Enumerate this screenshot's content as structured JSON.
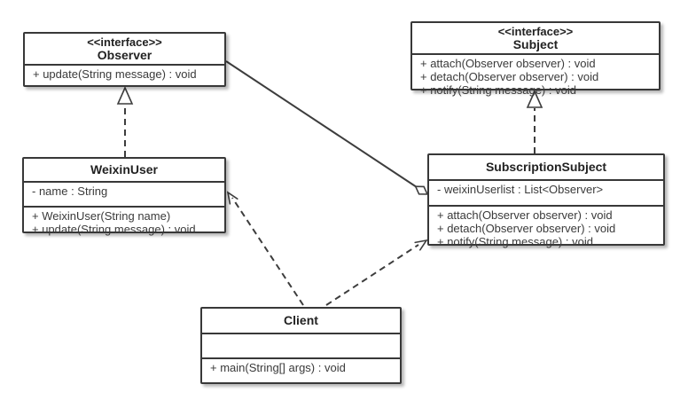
{
  "diagram": {
    "kind": "uml-class-diagram",
    "pattern": "Observer pattern (WeChat subscription example)",
    "colors": {
      "background": "#ffffff",
      "box_fill": "#ffffff",
      "stroke": "#3b3b3b",
      "text": "#3a3a3a"
    },
    "classes": {
      "observer": {
        "stereotype": "<<interface>>",
        "name": "Observer",
        "attributes": [],
        "methods": [
          "+ update(String message) : void"
        ]
      },
      "subject": {
        "stereotype": "<<interface>>",
        "name": "Subject",
        "attributes": [],
        "methods": [
          "+ attach(Observer observer) : void",
          "+ detach(Observer observer) : void",
          "+ notify(String message) : void"
        ]
      },
      "weixinuser": {
        "name": "WeixinUser",
        "attributes": [
          "- name : String"
        ],
        "methods": [
          "+ WeixinUser(String name)",
          "+ update(String message) : void"
        ]
      },
      "subscriptionsubject": {
        "name": "SubscriptionSubject",
        "attributes": [
          "- weixinUserlist : List<Observer>"
        ],
        "methods": [
          "+ attach(Observer observer) : void",
          "+ detach(Observer observer) : void",
          "+ notify(String message) : void"
        ]
      },
      "client": {
        "name": "Client",
        "attributes": [],
        "methods": [
          "+ main(String[] args) : void"
        ]
      }
    },
    "relations": [
      {
        "type": "realization",
        "from": "WeixinUser",
        "to": "Observer",
        "line": "dashed",
        "arrow": "hollow-triangle"
      },
      {
        "type": "realization",
        "from": "SubscriptionSubject",
        "to": "Subject",
        "line": "dashed",
        "arrow": "hollow-triangle"
      },
      {
        "type": "aggregation",
        "from": "SubscriptionSubject",
        "to": "Observer",
        "line": "solid",
        "arrow": "hollow-diamond"
      },
      {
        "type": "dependency",
        "from": "Client",
        "to": "WeixinUser",
        "line": "dashed",
        "arrow": "open-arrow"
      },
      {
        "type": "dependency",
        "from": "Client",
        "to": "SubscriptionSubject",
        "line": "dashed",
        "arrow": "open-arrow"
      }
    ]
  }
}
